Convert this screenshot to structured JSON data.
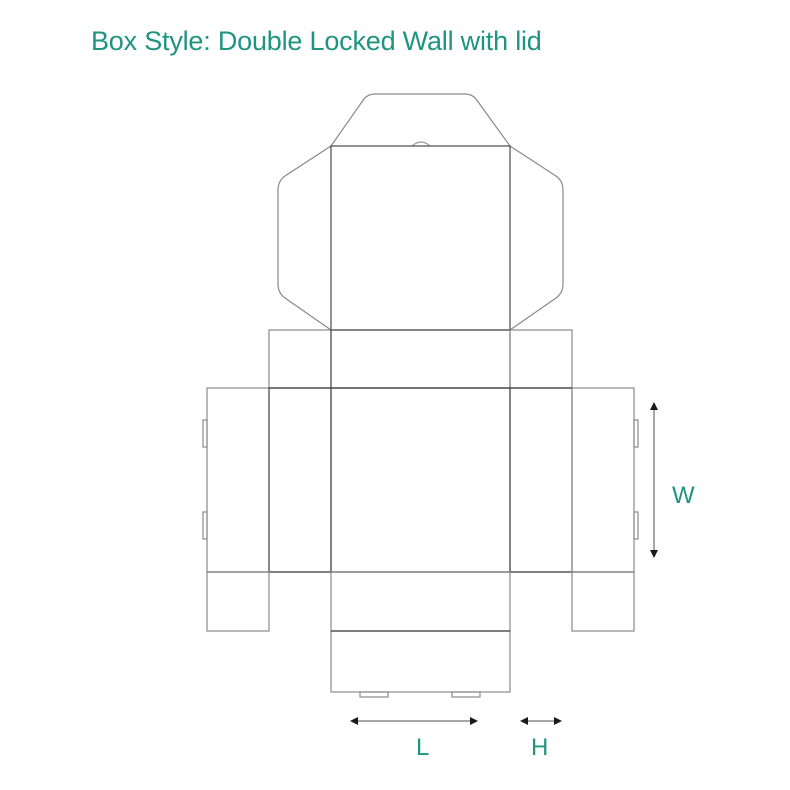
{
  "title": "Box Style: Double Locked Wall with lid",
  "dimensions": {
    "length_label": "L",
    "height_label": "H",
    "width_label": "W"
  },
  "colors": {
    "title": "#1f9481",
    "cut_line": "#8a8a8a",
    "fold_line": "#4a4a4a",
    "arrow": "#1a1a1a"
  }
}
